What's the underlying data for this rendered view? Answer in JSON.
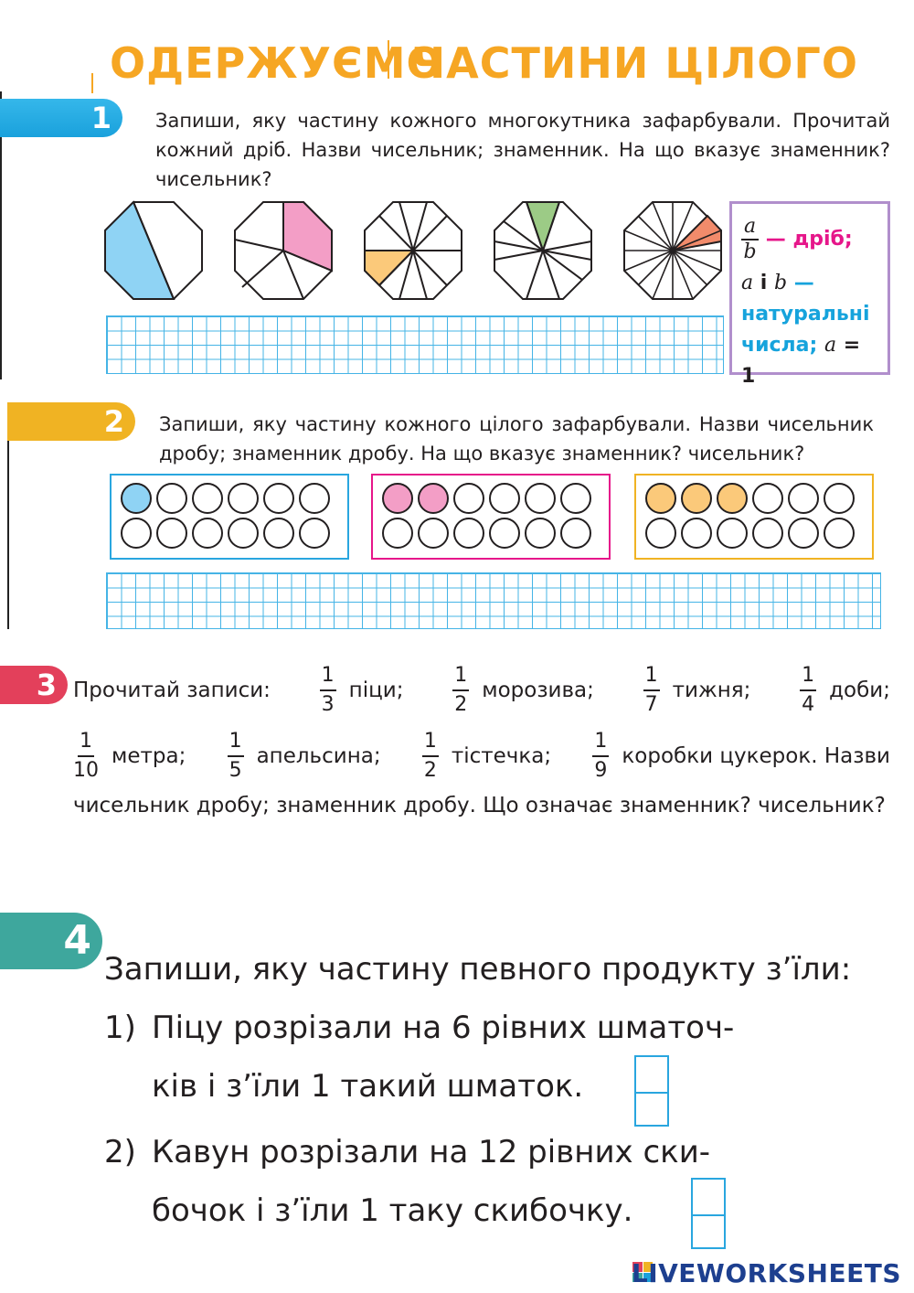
{
  "header": {
    "title_left": "ОДЕРЖУЄМО",
    "title_right": "ЧАСТИНИ ЦІЛОГО"
  },
  "ex1": {
    "number": "1",
    "text": "Запиши, яку частину кожного многокутника зафарбували. Прочитай кожний дріб. Назви чисельник; знаменник. На що вказує знаменник? чисельник?",
    "info": {
      "a": "a",
      "b": "b",
      "drib": "— дріб;",
      "ai": "a",
      "i": "і",
      "bi": "b",
      "natural": "— натуральні числа;",
      "eq_a": "a",
      "eq": "=",
      "eq_one": "1"
    }
  },
  "ex2": {
    "number": "2",
    "text": "Запиши, яку частину кожного цілого зафарбували. Назви чисельник дробу; знаменник дробу. На що вказує знаменник? чисельник?"
  },
  "ex3": {
    "number": "3",
    "intro": "Прочитай записи:",
    "line1": [
      {
        "n": "1",
        "d": "3",
        "w": "піци;"
      },
      {
        "n": "1",
        "d": "2",
        "w": "морозива;"
      },
      {
        "n": "1",
        "d": "7",
        "w": "тижня;"
      },
      {
        "n": "1",
        "d": "4",
        "w": "доби;"
      }
    ],
    "line2": [
      {
        "n": "1",
        "d": "10",
        "w": "метра;"
      },
      {
        "n": "1",
        "d": "5",
        "w": "апельсина;"
      },
      {
        "n": "1",
        "d": "2",
        "w": "тістечка;"
      },
      {
        "n": "1",
        "d": "9",
        "w": "коробки цукерок. Назви"
      }
    ],
    "rest": "чисельник дробу; знаменник дробу. Що означає знаменник? чисельник?"
  },
  "ex4": {
    "number": "4",
    "intro": "Запиши, яку частину певного продукту з’їли:",
    "item1_num": "1)",
    "item1_line1": "Піцу розрізали на 6 рівних шматоч-",
    "item1_line2": "ків і з’їли 1 такий шматок.",
    "item2_num": "2)",
    "item2_line1": "Кавун розрізали на 12 рівних ски-",
    "item2_line2": "бочок і з’їли 1 таку скибочку."
  },
  "footer": {
    "brand": "LIVEWORKSHEETS"
  },
  "colors": {
    "orange": "#f6a623",
    "blue": "#1aa1dc",
    "yellow": "#f0b323",
    "red": "#e3405b",
    "teal": "#3ea79d",
    "magenta": "#e6168a",
    "purple": "#b18fcc"
  }
}
